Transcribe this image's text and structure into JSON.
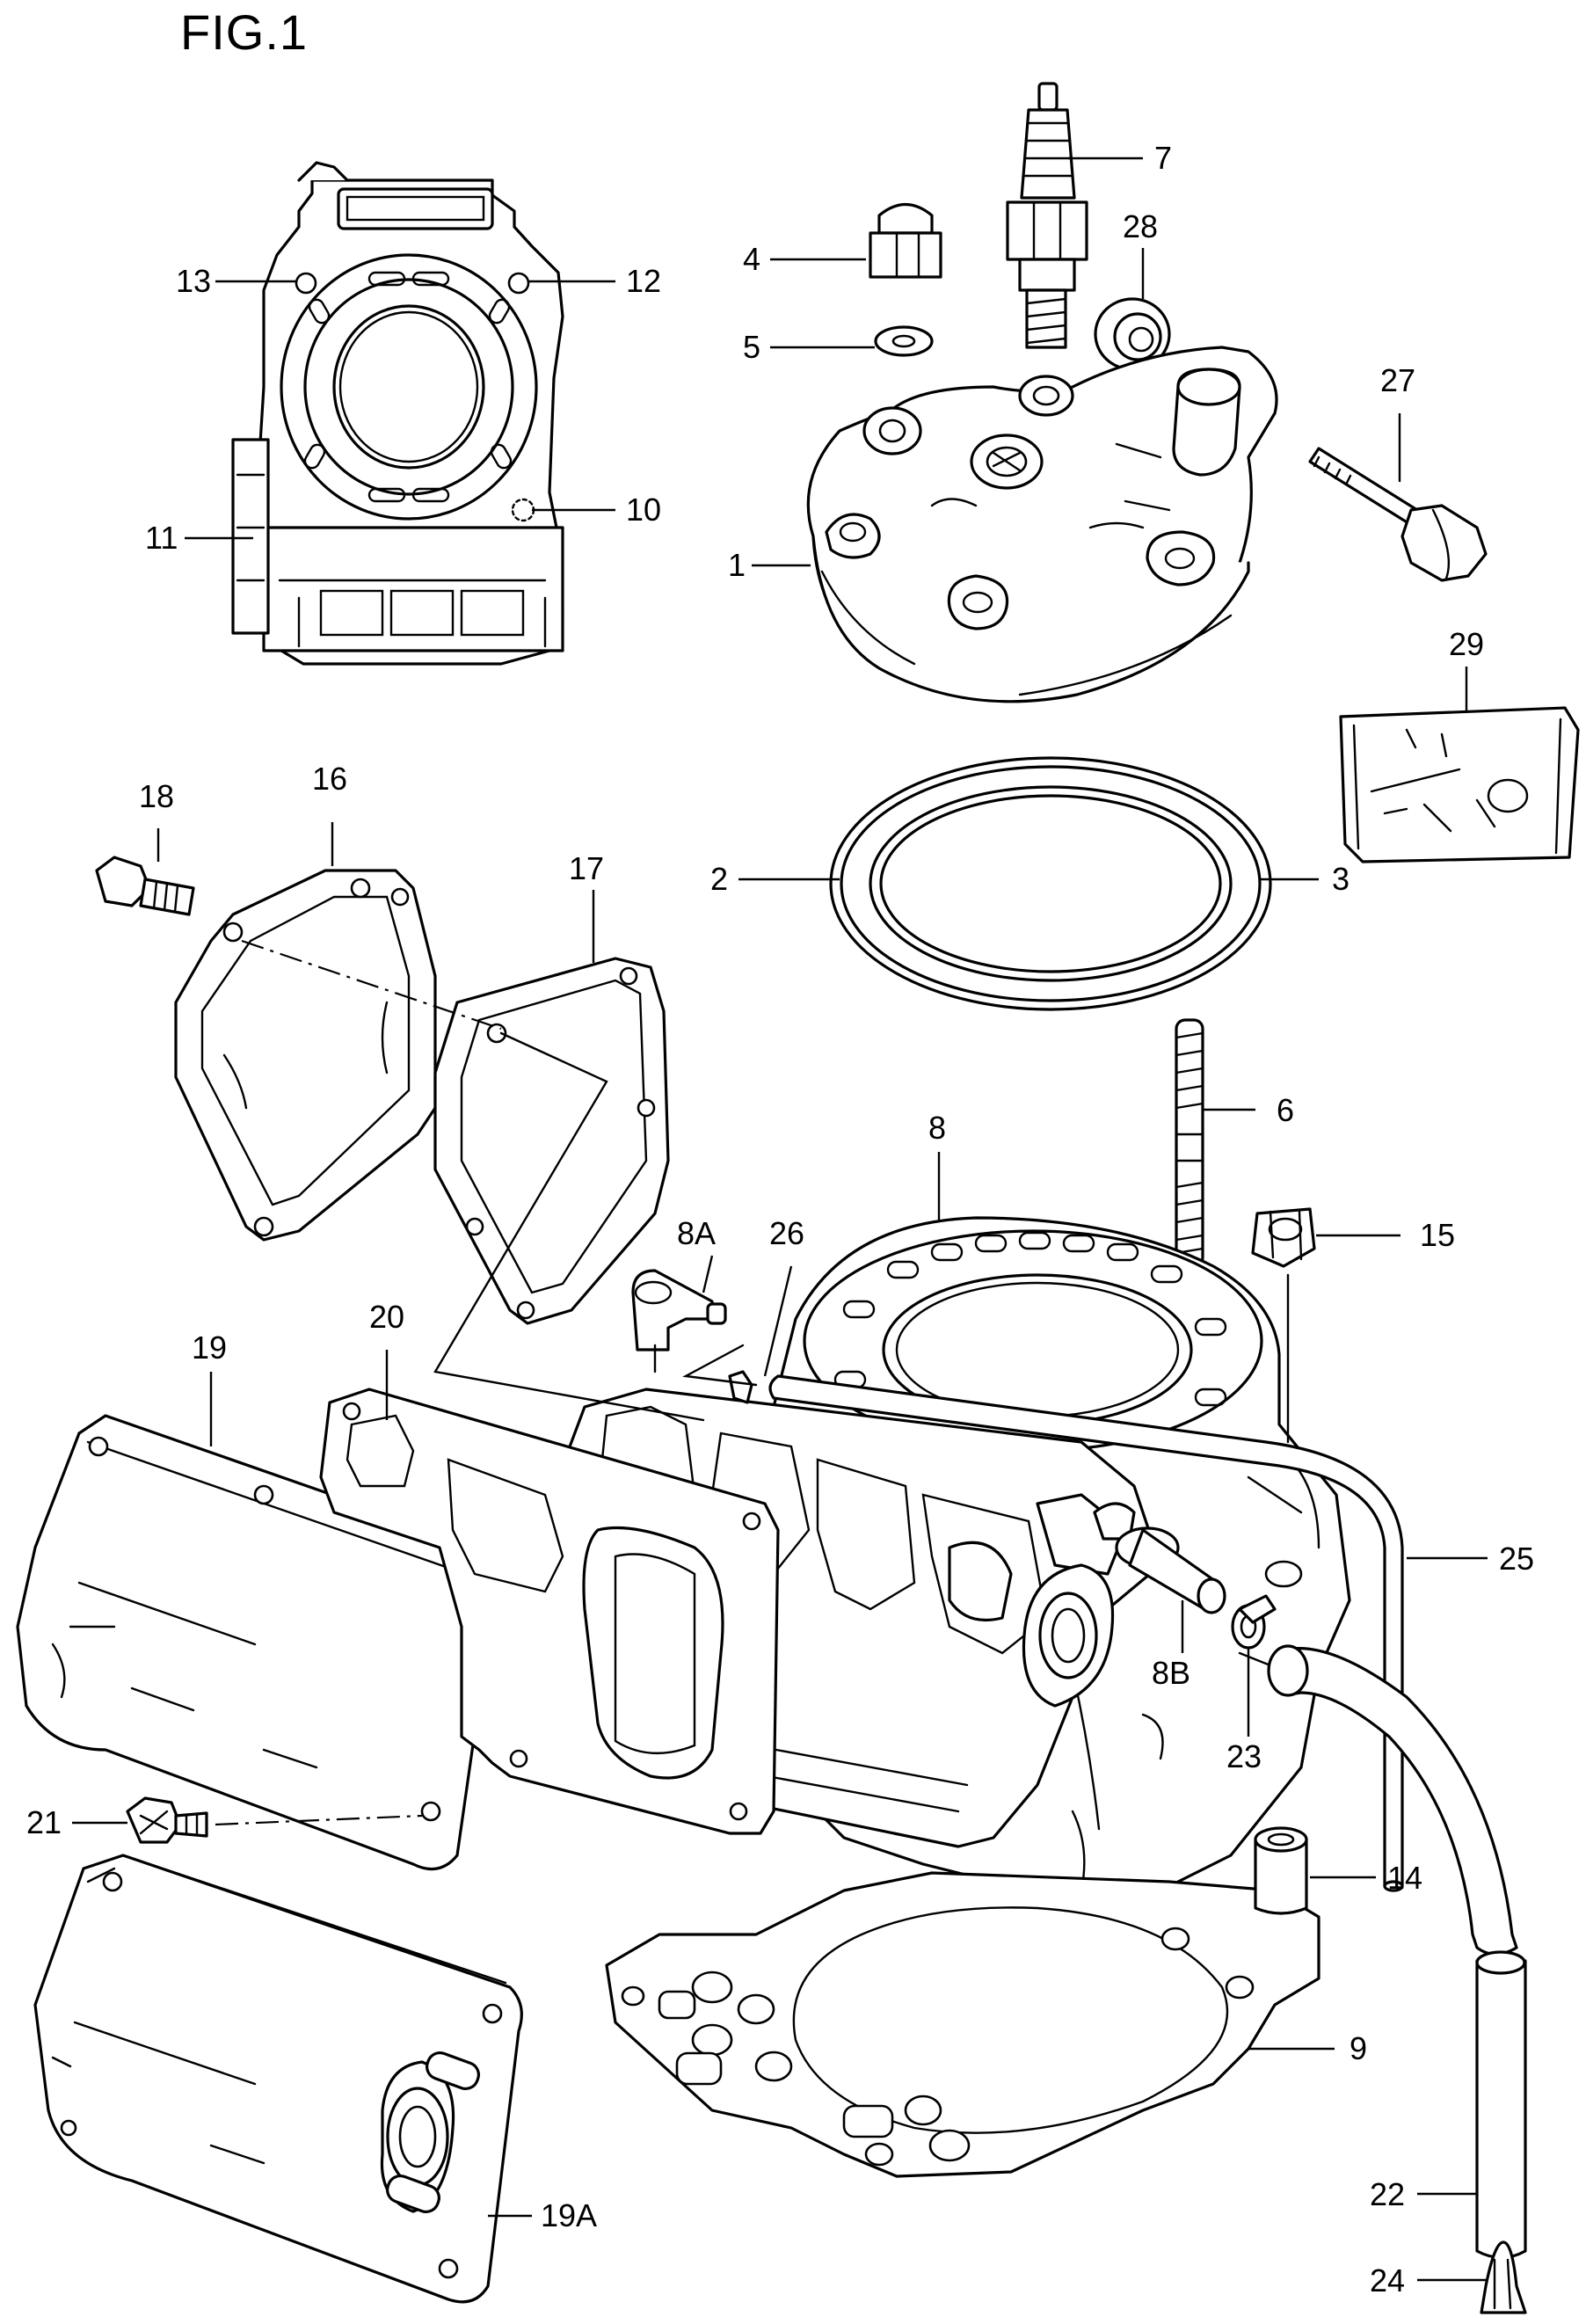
{
  "figure": {
    "title": "FIG.1"
  },
  "callouts": {
    "c1": "1",
    "c2": "2",
    "c3": "3",
    "c4": "4",
    "c5": "5",
    "c6": "6",
    "c7": "7",
    "c8": "8",
    "c8a": "8A",
    "c8b": "8B",
    "c9": "9",
    "c10": "10",
    "c11": "11",
    "c12": "12",
    "c13": "13",
    "c14": "14",
    "c15": "15",
    "c16": "16",
    "c17": "17",
    "c18": "18",
    "c19": "19",
    "c19a": "19A",
    "c20": "20",
    "c21": "21",
    "c22": "22",
    "c23": "23",
    "c24": "24",
    "c25": "25",
    "c26": "26",
    "c27": "27",
    "c28": "28",
    "c29": "29"
  },
  "icons": {
    "cylinder-head": "engine-cylinder-head",
    "spark-plug": "spark-plug",
    "cylinder": "engine-cylinder",
    "gasket": "gasket"
  }
}
